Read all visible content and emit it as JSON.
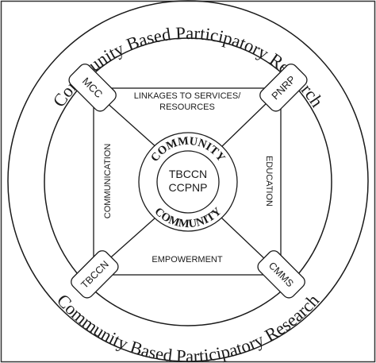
{
  "outer_ring": {
    "top_text": "Community Based Participatory Research",
    "bottom_text": "Community Based Participatory Research"
  },
  "corners": {
    "top_left": "MCC",
    "top_right": "PNRP",
    "bottom_left": "TBCCN",
    "bottom_right": "CMMS"
  },
  "sides": {
    "top_line1": "LINKAGES TO SERVICES/",
    "top_line2": "RESOURCES",
    "left": "COMMUNICATION",
    "right": "EDUCATION",
    "bottom": "EMPOWERMENT"
  },
  "community_ring": {
    "top": "COMMUNITY",
    "bottom": "COMMUNITY"
  },
  "center": {
    "line1": "TBCCN",
    "line2": "CCPNP"
  },
  "colors": {
    "stroke": "#1a1a1a",
    "background": "#ffffff"
  }
}
